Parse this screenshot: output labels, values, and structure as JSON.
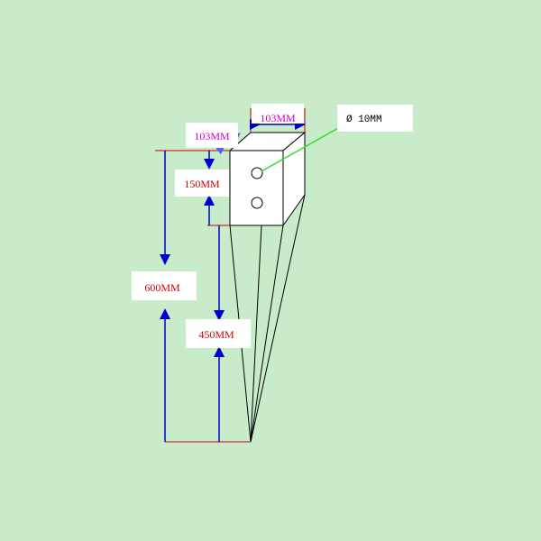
{
  "colors": {
    "background": "#c8ecca",
    "outline": "#000000",
    "dimension_line": "#0000cc",
    "extension_line": "#cc0000",
    "label_box": "#ffffff",
    "label_red": "#cc0000",
    "label_magenta": "#cc00cc",
    "label_black": "#000000",
    "leader_green": "#33dd33",
    "diagonal_arrow": "#4466ff"
  },
  "labels": {
    "width_top": "103MM",
    "depth_diag": "103MM",
    "hole_diameter": "Ø 10MM",
    "socket_height": "150MM",
    "total_height": "600MM",
    "spike_length": "450MM"
  }
}
